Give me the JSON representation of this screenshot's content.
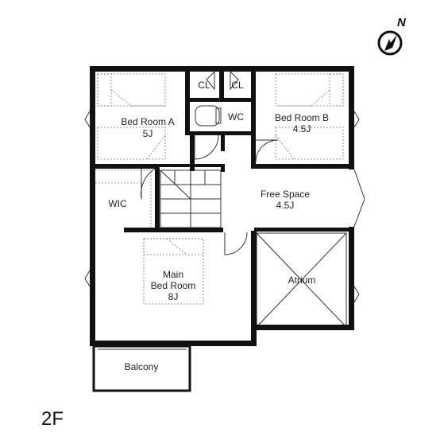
{
  "floor": "2F",
  "compass": {
    "label": "N",
    "icon": "north-compass-icon"
  },
  "rooms": {
    "bed_room_a": {
      "name": "Bed Room A",
      "size": "5J"
    },
    "bed_room_b": {
      "name": "Bed Room B",
      "size": "4.5J"
    },
    "cl_left": {
      "name": "CL"
    },
    "cl_right": {
      "name": "CL"
    },
    "wc": {
      "name": "WC"
    },
    "wic": {
      "name": "WIC"
    },
    "free_space": {
      "name": "Free Space",
      "size": "4.5J"
    },
    "main_bed_room": {
      "line1": "Main",
      "line2": "Bed Room",
      "size": "8J"
    },
    "atrium": {
      "name": "Atrium"
    },
    "balcony": {
      "name": "Balcony"
    }
  }
}
